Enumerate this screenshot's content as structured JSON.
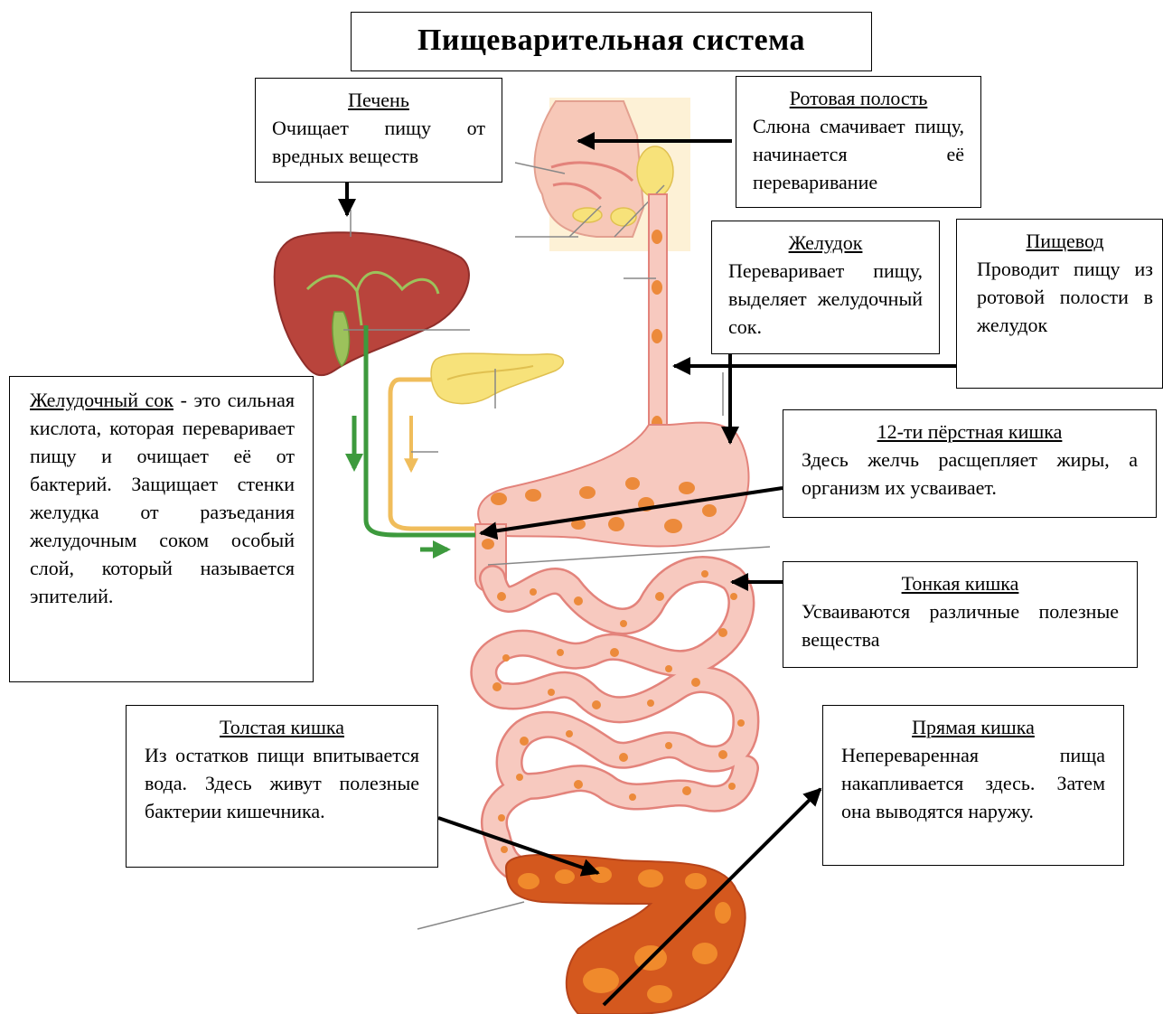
{
  "title": "Пищеварительная система",
  "liver": {
    "heading": "Печень",
    "text": "Очищает пищу от вредных веществ"
  },
  "mouth": {
    "heading": "Ротовая полость",
    "text": "Слюна смачивает пищу, начинается её переваривание"
  },
  "stomach": {
    "heading": "Желудок",
    "text": "Переваривает пищу, выделяет желудочный сок."
  },
  "esophagus": {
    "heading": "Пищевод",
    "text": "Проводит пищу из ротовой полости в желудок"
  },
  "gastric_juice": {
    "heading": "Желудочный сок",
    "text": " - это сильная кислота, которая переваривает пищу и очищает её от бактерий. Защищает стенки желудка от разъедания желудочным соком особый слой, который называется эпителий."
  },
  "duodenum": {
    "heading": "12-ти пёрстная кишка",
    "text": "Здесь желчь расщепляет жиры, а организм их усваивает."
  },
  "small_intestine": {
    "heading": "Тонкая кишка",
    "text": "Усваиваются различные полезные вещества"
  },
  "large_intestine": {
    "heading": "Толстая кишка",
    "text": "Из остатков пищи впитывается вода. Здесь живут полезные бактерии кишечника."
  },
  "rectum": {
    "heading": "Прямая кишка",
    "text": "Непереваренная пища накапливается здесь. Затем она выводятся наружу."
  },
  "colors": {
    "intestine_fill": "#f7c9bf",
    "intestine_edge": "#e3837b",
    "spot": "#ec8a3b",
    "liver": "#b9443c",
    "gallbladder": "#9cc25b",
    "bile_duct": "#3d9a3d",
    "pancreas": "#f7e27a",
    "pancreatic_duct": "#f0bd5b",
    "colon": "#d4581e",
    "colon_spot": "#f08a2c",
    "head": "#fbe3c8"
  }
}
